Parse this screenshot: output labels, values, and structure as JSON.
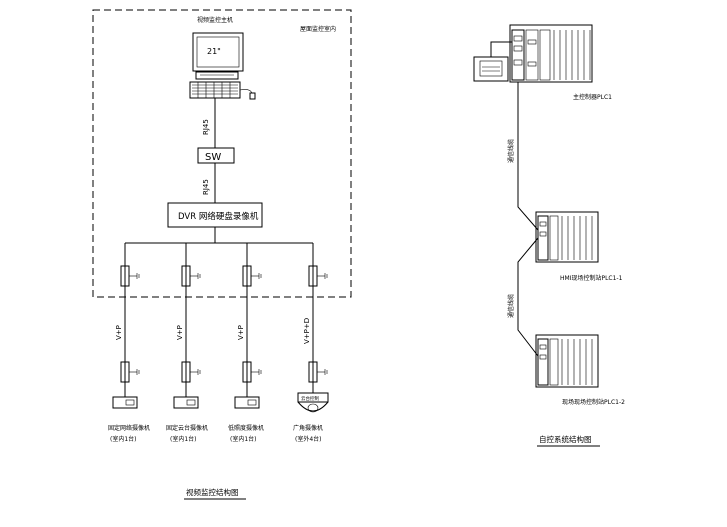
{
  "cctv": {
    "monitor_screen_label": "21\"",
    "monitor_caption": "视频监控主机",
    "room_label": "屋面监控室内",
    "link_upper_label": "RJ45",
    "switch_label": "SW",
    "link_lower_label": "RJ45",
    "dvr_label": "DVR 网络硬盘录像机",
    "cable_labels": [
      "V+P",
      "V+P",
      "V+P",
      "V+P+D"
    ],
    "cameras": [
      {
        "name": "固定网络摄像机",
        "qty": "(室内1台)"
      },
      {
        "name": "固定云台摄像机",
        "qty": "(室内1台)"
      },
      {
        "name": "低照度摄像机",
        "qty": "(室内1台)"
      },
      {
        "name": "广角摄像机",
        "qty": "(室外4台)"
      }
    ],
    "dome_label": "云台控制",
    "title": "视频监控结构图"
  },
  "plc": {
    "main_label": "主控制器PLC1",
    "link_upper_label": "通信线缆",
    "node1_label": "HMI现场控制站PLC1-1",
    "link_lower_label": "通信线缆",
    "node2_label": "现场现场控制站PLC1-2",
    "title": "自控系统结构图"
  }
}
